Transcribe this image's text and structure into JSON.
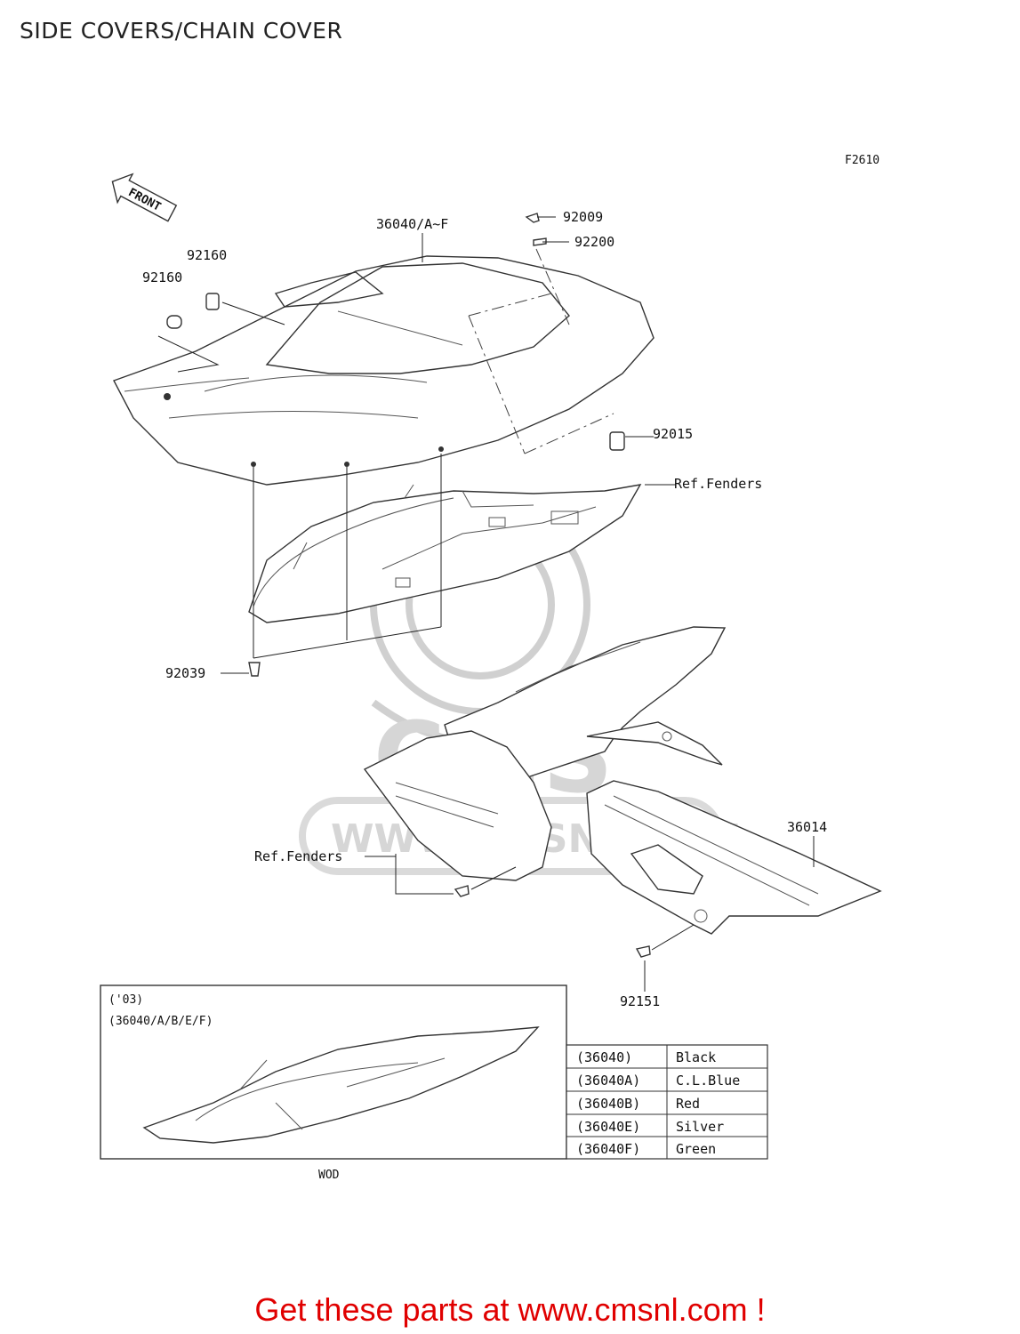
{
  "header": {
    "title": "SIDE COVERS/CHAIN COVER"
  },
  "diagram": {
    "figure_code": "F2610",
    "front_arrow": "FRONT",
    "watermark": {
      "logo": "CMS",
      "site": "WWW.CMSNL.COM"
    },
    "parts": {
      "p36040": "36040/A~F",
      "p92009": "92009",
      "p92200": "92200",
      "p92160a": "92160",
      "p92160b": "92160",
      "p92015": "92015",
      "ref_fenders_1": "Ref.Fenders",
      "p92039": "92039",
      "p36014": "36014",
      "ref_fenders_2": "Ref.Fenders",
      "p92151": "92151"
    },
    "inset": {
      "year": "('03)",
      "applies": "(36040/A/B/E/F)",
      "code": "WOD"
    },
    "color_table": {
      "rows": [
        {
          "code": "(36040)",
          "color": "Black"
        },
        {
          "code": "(36040A)",
          "color": "C.L.Blue"
        },
        {
          "code": "(36040B)",
          "color": "Red"
        },
        {
          "code": "(36040E)",
          "color": "Silver"
        },
        {
          "code": "(36040F)",
          "color": "Green"
        }
      ]
    }
  },
  "footer": {
    "text": "Get these parts at www.cmsnl.com !"
  }
}
